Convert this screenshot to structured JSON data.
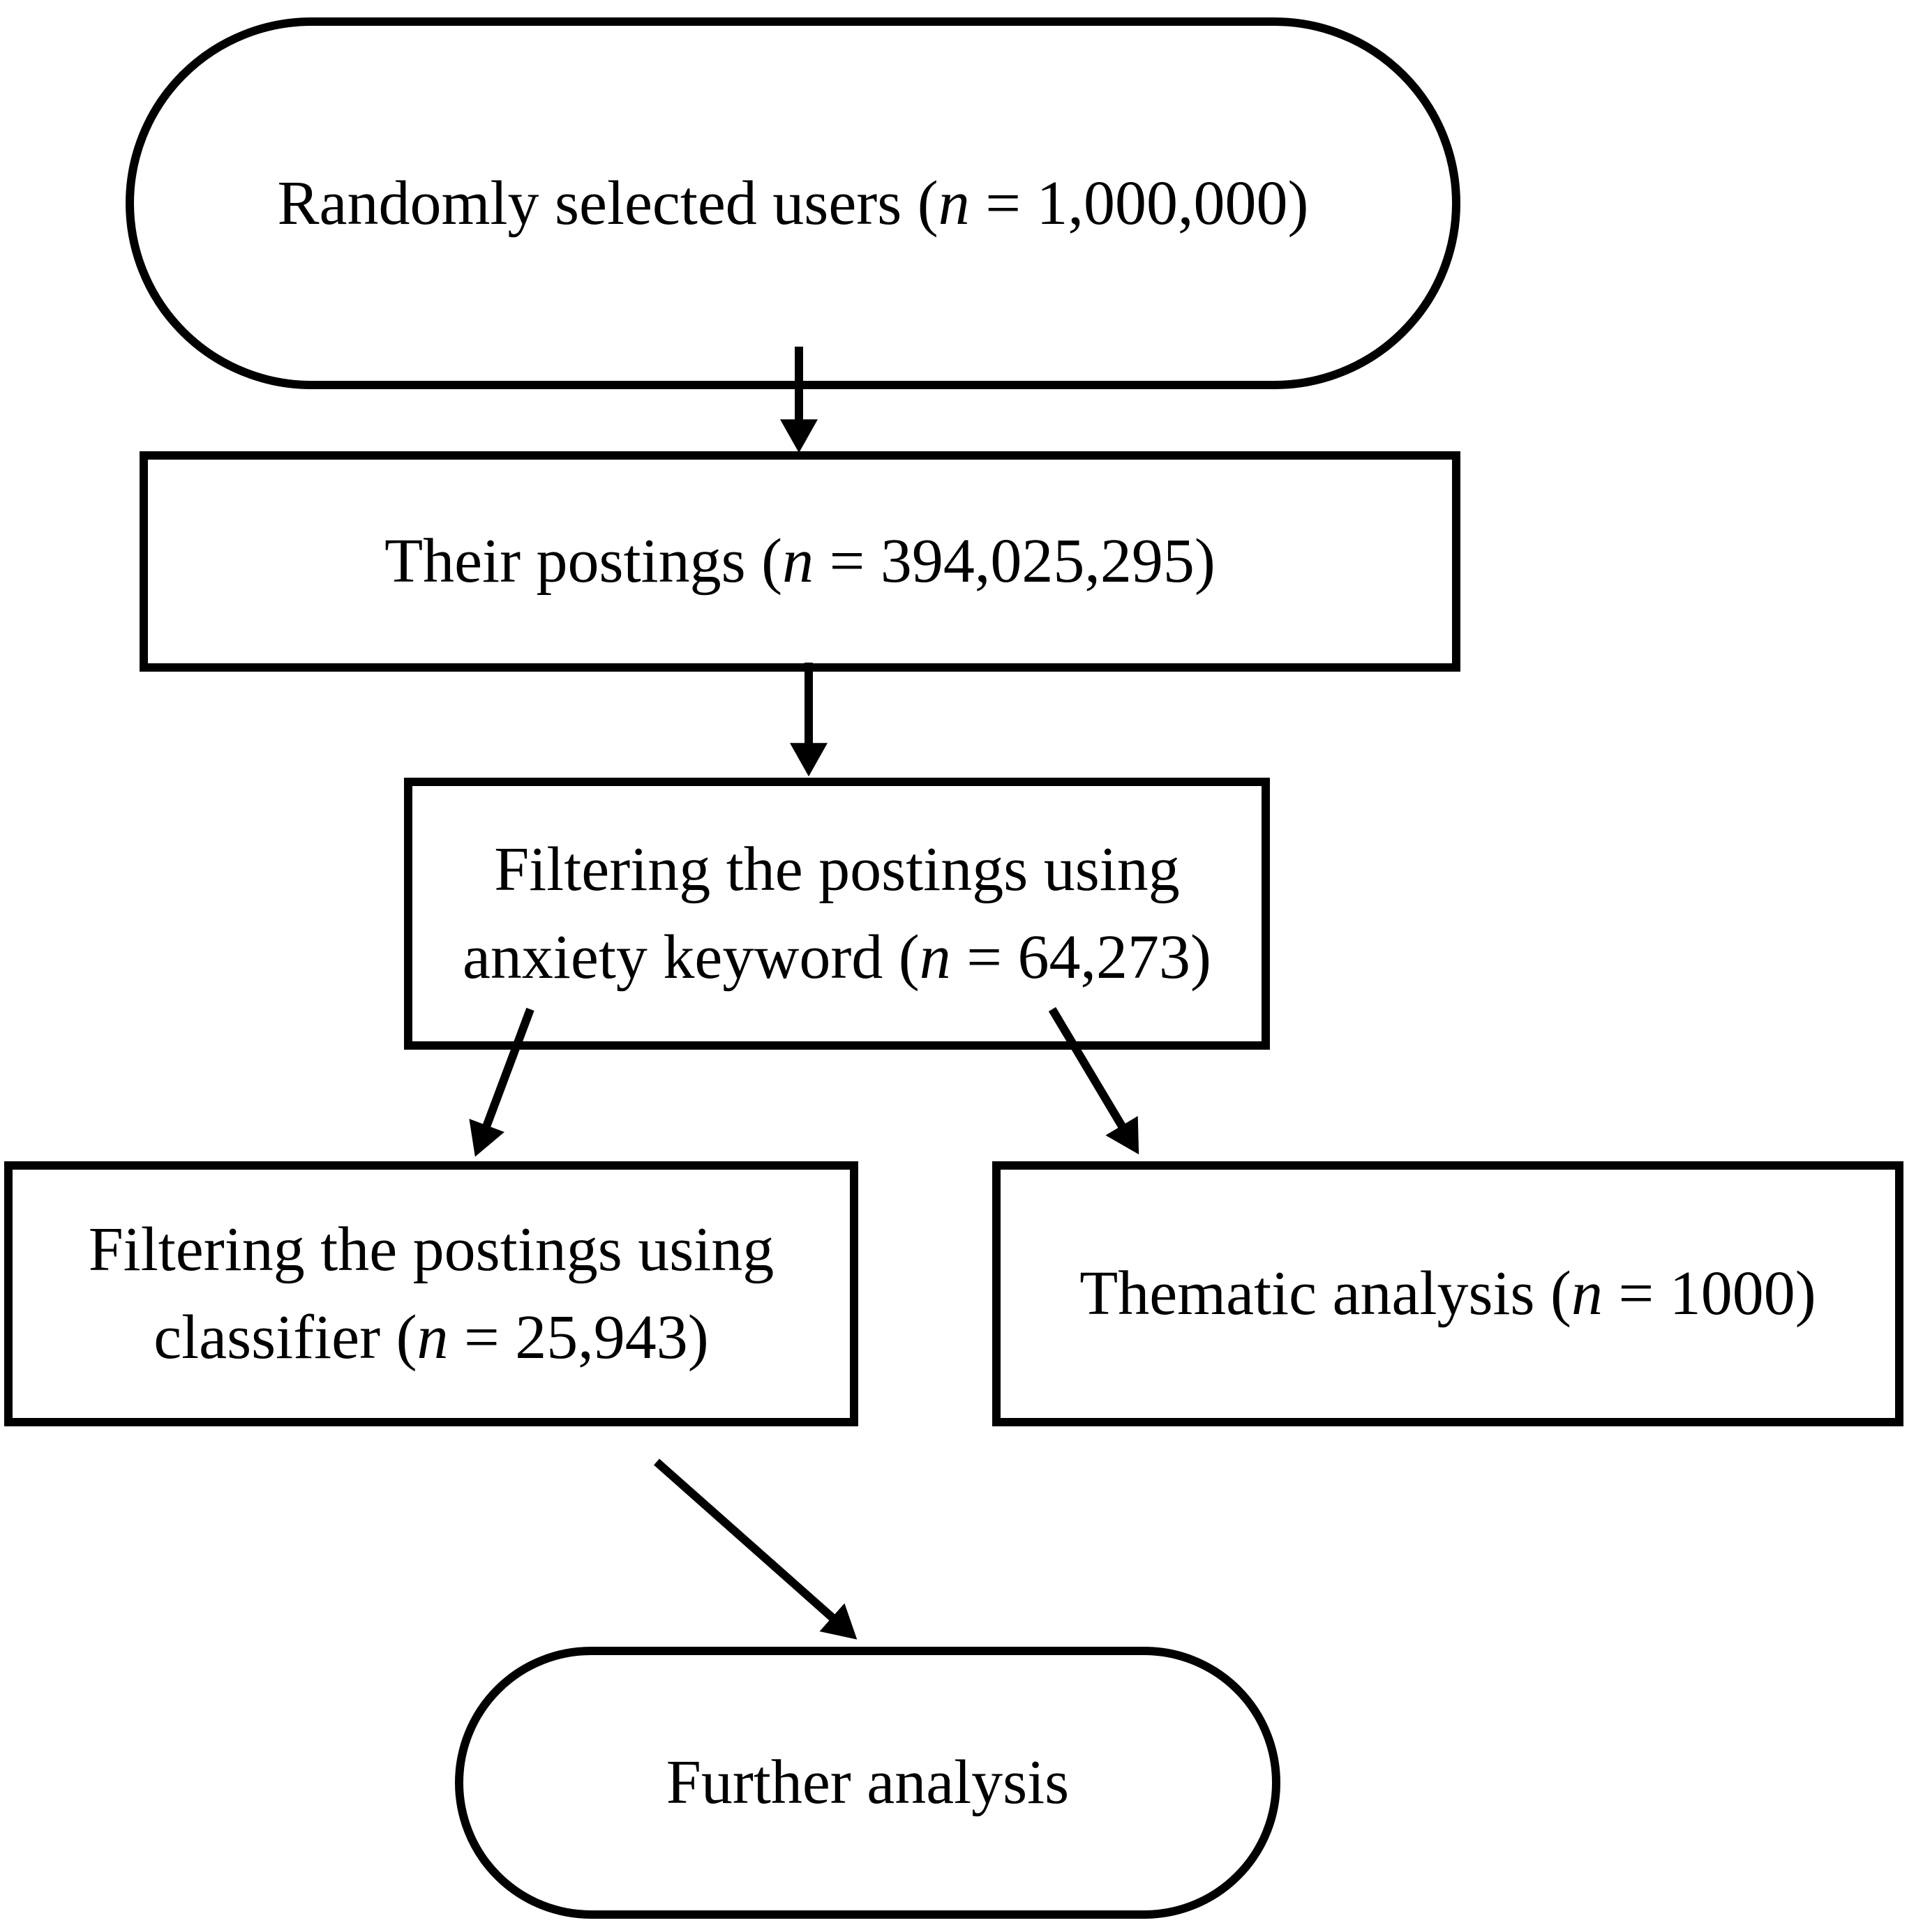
{
  "diagram": {
    "type": "flowchart",
    "colors": {
      "ink": "#000000",
      "background": "#ffffff"
    },
    "nodes": [
      {
        "id": "randomly-selected-users",
        "shape": "stadium",
        "lines": [
          [
            "Randomly selected users (",
            "n",
            " = 1,000,000)"
          ]
        ]
      },
      {
        "id": "their-postings",
        "shape": "rectangle",
        "lines": [
          [
            "Their postings (",
            "n",
            " = 394,025,295)"
          ]
        ]
      },
      {
        "id": "filtering-anxiety-keyword",
        "shape": "rectangle",
        "lines": [
          [
            "Filtering the postings using"
          ],
          [
            "anxiety keyword (",
            "n",
            " = 64,273)"
          ]
        ]
      },
      {
        "id": "filtering-classifier",
        "shape": "rectangle",
        "lines": [
          [
            "Filtering the postings using"
          ],
          [
            "classifier (",
            "n",
            " = 25,943)"
          ]
        ]
      },
      {
        "id": "thematic-analysis",
        "shape": "rectangle",
        "lines": [
          [
            "Thematic analysis (",
            "n",
            " = 1000)"
          ]
        ]
      },
      {
        "id": "further-analysis",
        "shape": "stadium",
        "lines": [
          [
            "Further analysis"
          ]
        ]
      }
    ],
    "edges": [
      {
        "from": "randomly-selected-users",
        "to": "their-postings"
      },
      {
        "from": "their-postings",
        "to": "filtering-anxiety-keyword"
      },
      {
        "from": "filtering-anxiety-keyword",
        "to": "filtering-classifier"
      },
      {
        "from": "filtering-anxiety-keyword",
        "to": "thematic-analysis"
      },
      {
        "from": "filtering-classifier",
        "to": "further-analysis"
      }
    ]
  }
}
